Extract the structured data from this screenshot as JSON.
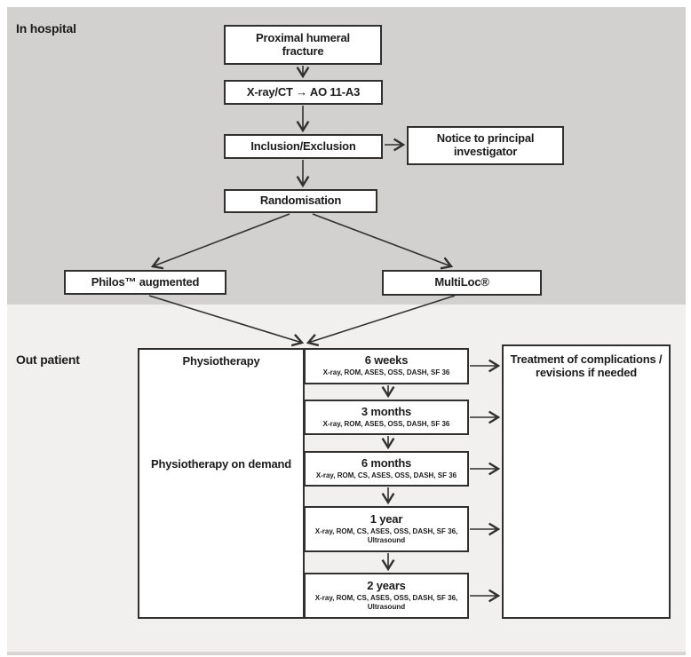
{
  "sections": {
    "in_hospital": {
      "label": "In hospital"
    },
    "out_patient": {
      "label": "Out patient"
    }
  },
  "boxes": {
    "proximal_fracture": "Proximal humeral fracture",
    "xray_ct": "X-ray/CT → AO 11-A3",
    "inclusion_exclusion": "Inclusion/Exclusion",
    "notice_pi": "Notice to principal investigator",
    "randomisation": "Randomisation",
    "philos": "Philos™ augmented",
    "multiloc": "MultiLoc®",
    "physiotherapy": "Physiotherapy",
    "physiotherapy_on_demand": "Physiotherapy on demand",
    "treatment": "Treatment of complications / revisions if needed"
  },
  "followups": [
    {
      "title": "6 weeks",
      "tests": "X-ray, ROM, ASES, OSS, DASH, SF 36"
    },
    {
      "title": "3 months",
      "tests": "X-ray, ROM, ASES, OSS, DASH, SF 36"
    },
    {
      "title": "6 months",
      "tests": "X-ray, ROM, CS, ASES, OSS, DASH, SF 36"
    },
    {
      "title": "1 year",
      "tests": "X-ray, ROM, CS, ASES, OSS, DASH, SF 36, Ultrasound"
    },
    {
      "title": "2 years",
      "tests": "X-ray, ROM, CS, ASES, OSS, DASH, SF 36, Ultrasound"
    }
  ],
  "colors": {
    "band-top": "#d2d1d0",
    "band-bottom": "#f1f0ee",
    "line": "#303030",
    "box-bg": "#ffffff",
    "text": "#1c1c1c",
    "bottom-strip": "#d8d5d3"
  }
}
